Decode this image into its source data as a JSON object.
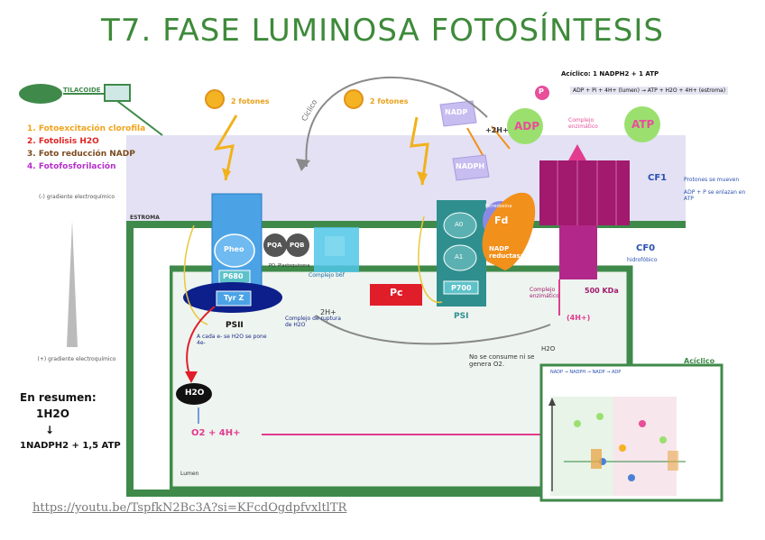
{
  "title": "T7. FASE LUMINOSA FOTOSÍNTESIS",
  "thylakoid_tag": "TILACOIDE",
  "steps": [
    {
      "label": "1. Fotoexcitación clorofila",
      "color": "#f2a31b"
    },
    {
      "label": "2. Fotolisis H2O",
      "color": "#e02323"
    },
    {
      "label": "3. Foto reducción NADP",
      "color": "#7b4a1e"
    },
    {
      "label": "4. Fotofosforilación",
      "color": "#b430c9"
    }
  ],
  "gradient_top": "(-) gradiente electroquímico",
  "gradient_bottom": "(+) gradiente electroquímico",
  "summary": {
    "heading": "En resumen:",
    "line1": "1H2O",
    "line2": "1NADPH2 + 1,5 ATP"
  },
  "link": "https://youtu.be/TspfkN2Bc3A?si=KFcdOgdpfvxltlTR",
  "photons_left": "2 fotones",
  "photons_right": "2 fotones",
  "cyclic_label": "Cíclico",
  "stroma_label": "ESTROMA",
  "lumen_label": "Lumen",
  "psii": {
    "pheo": "Pheo",
    "p680": "P680",
    "tyr": "Tyr Z",
    "label": "PSII",
    "complex_note": "Complejo de ruptura de H2O",
    "quote_note": "A cada e- se H2O se pone 4e-"
  },
  "pqa": "PQA",
  "pqb": "PQB",
  "pq_note": "PQ. Plastoquinona",
  "cytb6f": "Complejo b6f",
  "pc": "Pc",
  "psi": {
    "p700": "P700",
    "label": "PSI",
    "a0": "A0",
    "a1": "A1"
  },
  "fd": "Fd",
  "ferredoxina": "Ferredoxina",
  "nadp_reductasa": "NADP reductasa",
  "nadp": "NADP",
  "nadph": "NADPH",
  "adp": "ADP",
  "atp": "ATP",
  "pi": "P",
  "h_plus_2": "+2H+",
  "complejo_enzimatico_top": "Complejo enzimático",
  "complejo_enzimatico_bottom": "Complejo enzimático",
  "atp_syntase_cf1": "CF1",
  "atp_syntase_cf0": "CF0",
  "kda": "500 KDa",
  "hidrofobico": "hidrofóbico",
  "protones_note": "Protones se mueven",
  "adp_note": "ADP + P se enlazan en ATP",
  "aciclico_header": "Acíclico: 1 NADPH2 + 1 ATP",
  "equation": "ADP + Pi + 4H+ (lumen) → ATP + H2O + 4H+ (estroma)",
  "h2o_label": "H2O",
  "o2_label": "O2 + 4H+",
  "four_h": "(4H+)",
  "two_h": "2H+",
  "no_consume": "No se consume ni se genera O2.",
  "h2o_mid": "H2O",
  "aciclico_inset_label": "Acíclico",
  "inset_caption": "NADP → NADPH → NADP → ADP"
}
